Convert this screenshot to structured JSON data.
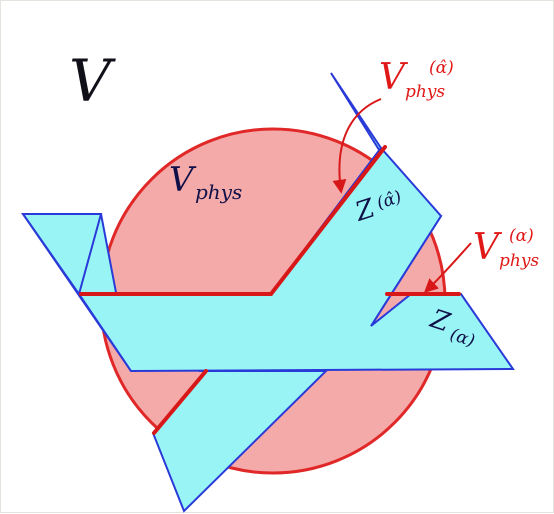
{
  "labels": {
    "space": "V",
    "phys_main": "V",
    "phys_main_sub": "phys",
    "plane_hat_name": "Z",
    "plane_hat_sup": "(α̂)",
    "plane_alpha_name": "Z",
    "plane_alpha_sup": "(α)",
    "callout_top_name": "V",
    "callout_top_sub": "phys",
    "callout_top_sup": "(α̂)",
    "callout_right_name": "V",
    "callout_right_sub": "phys",
    "callout_right_sup": "(α)"
  },
  "colors": {
    "ball_fill": "#f5aaaa",
    "ball_stroke": "#e02828",
    "plane_fill": "#99f5f5",
    "plane_stroke": "#2a3ad8",
    "highlight": "#d81818",
    "arrow": "#d81818"
  }
}
